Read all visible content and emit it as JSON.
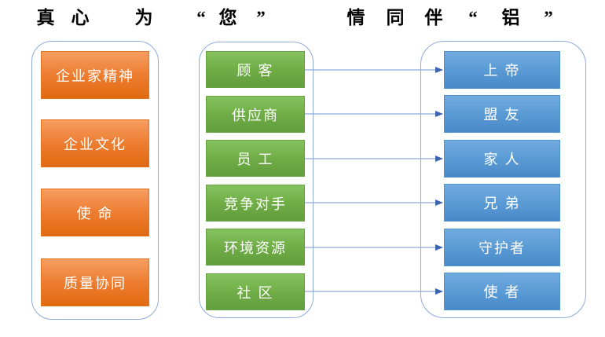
{
  "title": {
    "text": "真 心 为 “ 您 ” 情 同 伴 “ 铝 ”",
    "chars": [
      "真",
      "心",
      "为",
      "“",
      "您",
      "”",
      "情",
      "同",
      "伴",
      "“",
      "铝",
      "”"
    ]
  },
  "left_group": {
    "name": "corporate-values",
    "items": [
      "企业家精神",
      "企业文化",
      "使 命",
      "质量协同"
    ]
  },
  "middle_group": {
    "name": "stakeholders",
    "items": [
      "顾 客",
      "供应商",
      "员 工",
      "竞争对手",
      "环境资源",
      "社 区"
    ]
  },
  "right_group": {
    "name": "roles",
    "items": [
      "上 帝",
      "盟 友",
      "家 人",
      "兄 弟",
      "守护者",
      "使 者"
    ]
  },
  "connections": {
    "pairs": [
      {
        "from": "顾 客",
        "to": "上 帝"
      },
      {
        "from": "供应商",
        "to": "盟 友"
      },
      {
        "from": "员 工",
        "to": "家 人"
      },
      {
        "from": "竞争对手",
        "to": "兄 弟"
      },
      {
        "from": "环境资源",
        "to": "守护者"
      },
      {
        "from": "社 区",
        "to": "使 者"
      }
    ]
  },
  "colors": {
    "orange_box": "#ED7D31",
    "green_box": "#70AD47",
    "blue_box": "#5B9BD5",
    "container_border": "#8FAADC",
    "arrow_line": "#8FA9DB",
    "arrow_head": "#3C64AE",
    "title_text": "#000000",
    "box_text": "#FFFFFF"
  }
}
